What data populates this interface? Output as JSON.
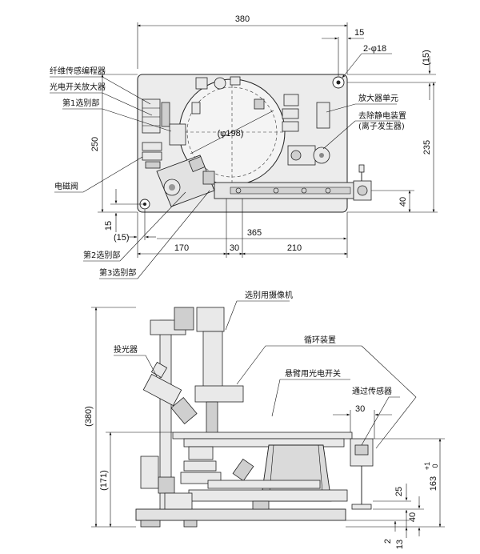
{
  "top_view": {
    "dims": {
      "width_380": "380",
      "d_15_top": "15",
      "hole": "2-φ18",
      "d_15_paren": "(15)",
      "d_250": "250",
      "d_235": "235",
      "circle": "(φ198)",
      "d_40": "40",
      "d_15_left": "15",
      "d_15_bottom": "(15)",
      "d_365": "365",
      "d_170": "170",
      "d_30": "30",
      "d_210": "210"
    },
    "labels": {
      "fiber_encoder": "纤维传感编程器",
      "photo_amp": "光电开关放大器",
      "sort1": "第1选别部",
      "solenoid": "电磁阀",
      "sort2": "第2选别部",
      "sort3": "第3选别部",
      "amp_unit": "放大器单元",
      "static_remover": "去除静电装置",
      "ion_generator": "(离子发生器)"
    }
  },
  "side_view": {
    "dims": {
      "d_380": "(380)",
      "d_171": "(171)",
      "d_30": "30",
      "d_163": "163",
      "tol_plus": "+1",
      "tol_zero": "0",
      "d_25": "25",
      "d_40": "40",
      "d_2": "2",
      "d_13": "13"
    },
    "labels": {
      "camera": "选别用摄像机",
      "projector": "投光器",
      "circulation": "循环装置",
      "cantilever_switch": "悬臂用光电开关",
      "pass_sensor": "通过传感器"
    }
  }
}
